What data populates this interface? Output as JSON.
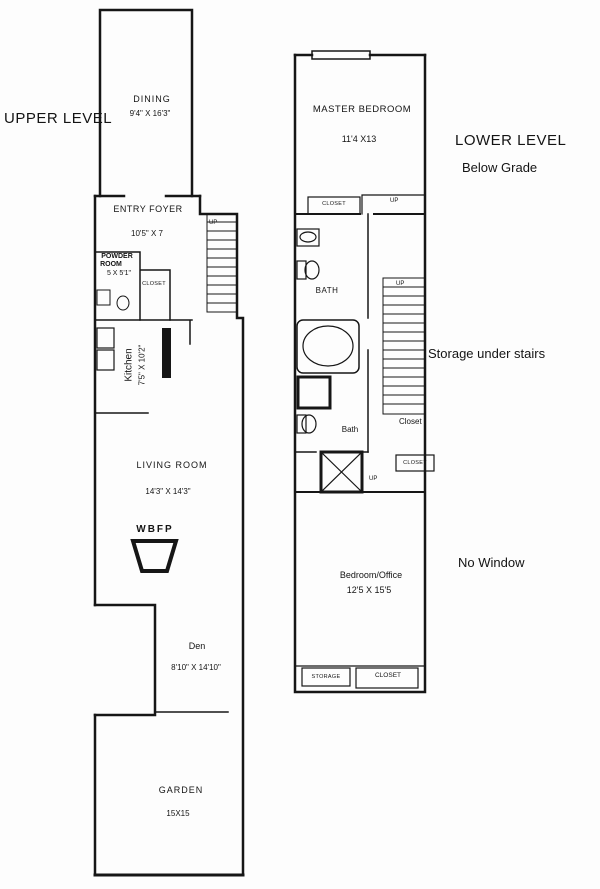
{
  "titles": {
    "upper": "UPPER LEVEL",
    "lower": "LOWER LEVEL",
    "lower_sub": "Below Grade"
  },
  "notes": {
    "storage_under_stairs": "Storage under stairs",
    "no_window": "No Window"
  },
  "upper": {
    "dining": {
      "name": "DINING",
      "dims": "9'4\" X 16'3\""
    },
    "entry": {
      "name": "ENTRY FOYER",
      "dims": "10'5\" X 7"
    },
    "powder": {
      "line1": "POWDER",
      "line2": "ROOM",
      "dims": "5 X 5'1\""
    },
    "powder_closet": "CLOSET",
    "kitchen": {
      "name": "Kitchen",
      "dims": "7'5\" X 10'2\""
    },
    "living": {
      "name": "LIVING ROOM",
      "dims": "14'3\" X 14'3\""
    },
    "fireplace": "WBFP",
    "den": {
      "name": "Den",
      "dims": "8'10\" X 14'10\""
    },
    "garden": {
      "name": "GARDEN",
      "dims": "15X15"
    },
    "stairs_up": "UP"
  },
  "lower": {
    "master": {
      "name": "MASTER BEDROOM",
      "dims": "11'4 X13"
    },
    "master_closet": "CLOSET",
    "up_top": "UP",
    "bath1": "BATH",
    "up_stairs": "UP",
    "bath2": "Bath",
    "closet_under_stairs": "Closet",
    "closet_mid": "CLOSET",
    "up_mid": "UP",
    "bedroom": {
      "name": "Bedroom/Office",
      "dims": "12'5  X 15'5"
    },
    "storage_box": "STORAGE",
    "closet_bottom": "CLOSET"
  }
}
